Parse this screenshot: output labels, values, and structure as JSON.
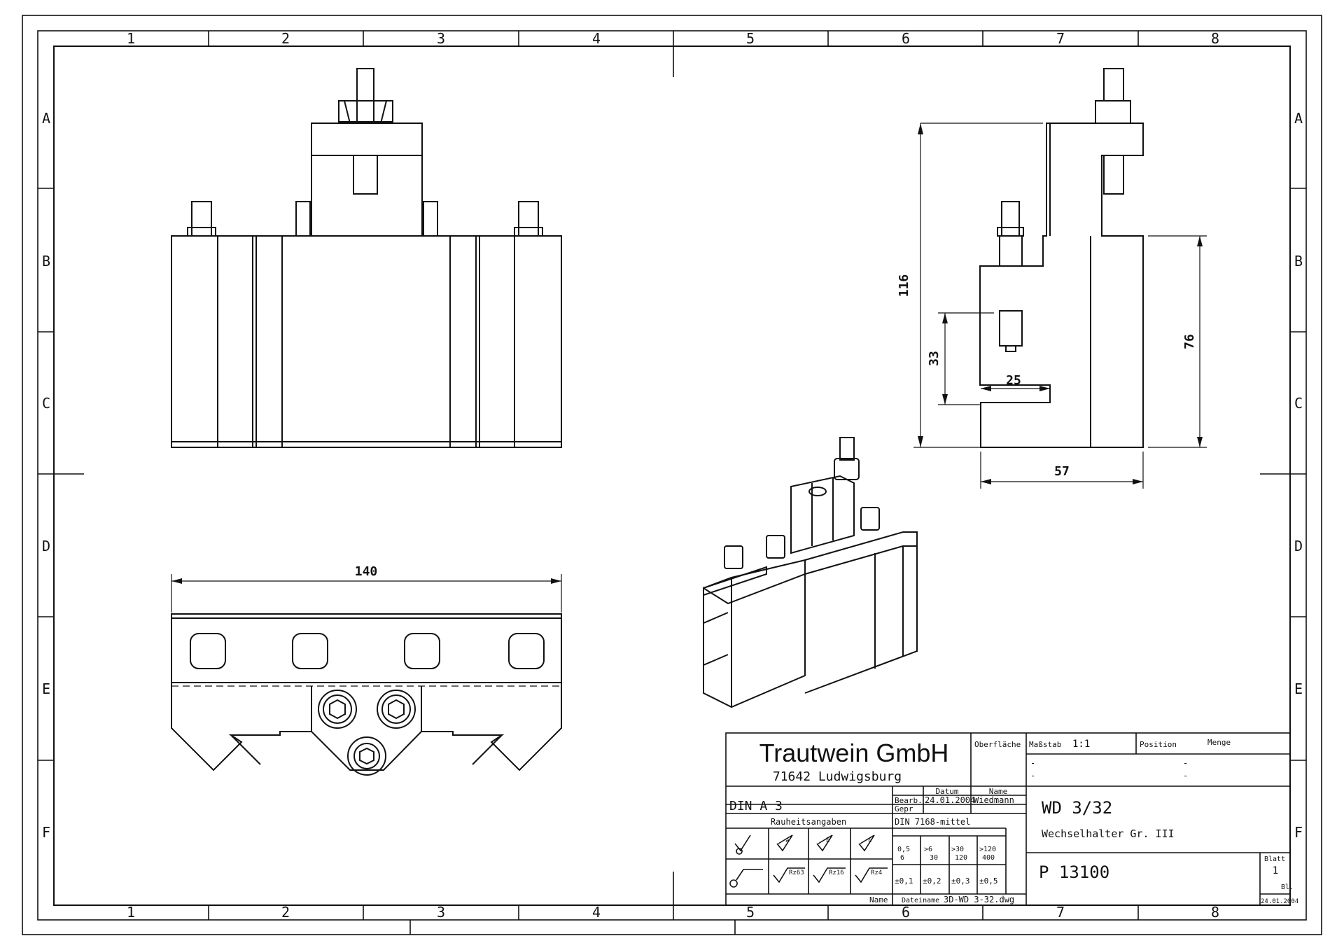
{
  "frame": {
    "columns": [
      "1",
      "2",
      "3",
      "4",
      "5",
      "6",
      "7",
      "8"
    ],
    "rows": [
      "A",
      "B",
      "C",
      "D",
      "E",
      "F"
    ]
  },
  "dimensions": {
    "height_total": "116",
    "groove_height": "33",
    "groove_depth": "25",
    "body_height": "76",
    "width_side": "57",
    "length": "140"
  },
  "title_block": {
    "company": "Trautwein GmbH",
    "city": "71642 Ludwigsburg",
    "surface_label": "Oberfläche",
    "scale_label": "Maßstab",
    "scale_value": "1:1",
    "position_label": "Position",
    "quantity_label": "Menge",
    "dash1": "-",
    "dash2": "-",
    "dash3": "-",
    "dash4": "-",
    "paper_format": "DIN A 3",
    "date_label": "Datum",
    "name_label": "Name",
    "drawn_label": "Bearb.",
    "drawn_date": "24.01.2004",
    "drawn_name": "Wiedmann",
    "checked_label": "Gepr",
    "roughness_label": "Rauheitsangaben",
    "tolerance_std": "DIN 7168-mittel",
    "tol_ranges": [
      "0,5\n 6",
      ">6\n 30",
      ">30\n 120",
      ">120\n 400"
    ],
    "tol_ranges_top": [
      "0,5",
      ">6",
      ">30",
      ">120"
    ],
    "tol_ranges_bottom": [
      "6",
      "30",
      "120",
      "400"
    ],
    "tol_values": [
      "±0,1",
      "±0,2",
      "±0,3",
      "±0,5"
    ],
    "rough_marks": [
      "a",
      "b",
      "c"
    ],
    "rz_values": [
      "Rz63",
      "Rz16",
      "Rz4"
    ],
    "part_number": "WD 3/32",
    "part_name": "Wechselhalter Gr. III",
    "drawing_number": "P 13100",
    "sheet_label": "Blatt",
    "sheet_value": "1",
    "sheets_label": "Bl.",
    "footer_name_label": "Name",
    "file_label": "Dateiname",
    "file_name": "3D-WD 3-32.dwg",
    "footer_date": "24.01.2004"
  },
  "colors": {
    "line": "#111111",
    "background": "#ffffff"
  }
}
